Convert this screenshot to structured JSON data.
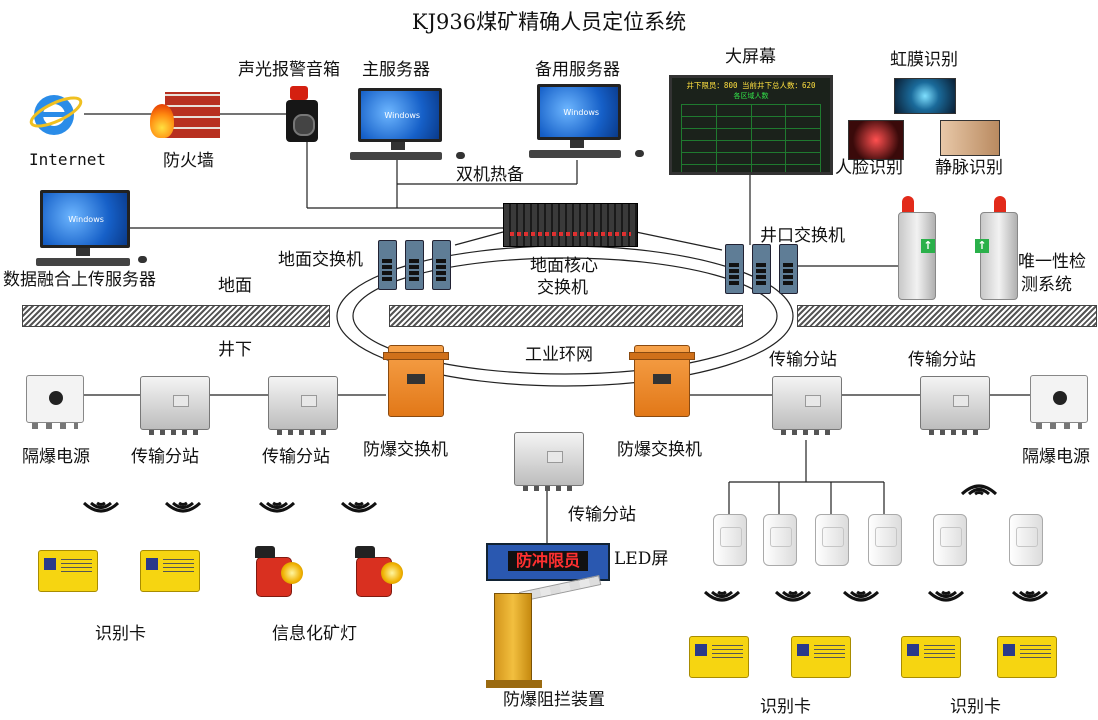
{
  "title": "KJ936煤矿精确人员定位系统",
  "labels": {
    "internet": "Internet",
    "firewall": "防火墙",
    "alarm_speaker": "声光报警音箱",
    "main_server": "主服务器",
    "backup_server": "备用服务器",
    "hot_standby": "双机热备",
    "big_screen": "大屏幕",
    "iris": "虹膜识别",
    "face": "人脸识别",
    "vein": "静脉识别",
    "fusion_server": "数据融合上传服务器",
    "ground_switch": "地面交换机",
    "core_switch_line1": "地面核心",
    "core_switch_line2": "交换机",
    "shaft_switch": "井口交换机",
    "unique_check_line1": "唯一性检",
    "unique_check_line2": "测系统",
    "ground": "地面",
    "underground": "井下",
    "industrial_ring": "工业环网",
    "transmission_station": "传输分站",
    "isolated_power": "隔爆电源",
    "explosion_proof_switch": "防爆交换机",
    "led_screen": "LED屏",
    "id_card": "识别卡",
    "smart_lamp": "信息化矿灯",
    "barrier": "防爆阻拦装置"
  },
  "big_screen_display": {
    "header": "井下限员：800  当前井下总人数：620",
    "subheader": "各区域人数"
  },
  "led_display": "防冲限员",
  "colors": {
    "device_orange": "#e27818",
    "card_yellow": "#f6d511",
    "led_blue": "#2a58b0",
    "screen_green": "#33e24a"
  }
}
